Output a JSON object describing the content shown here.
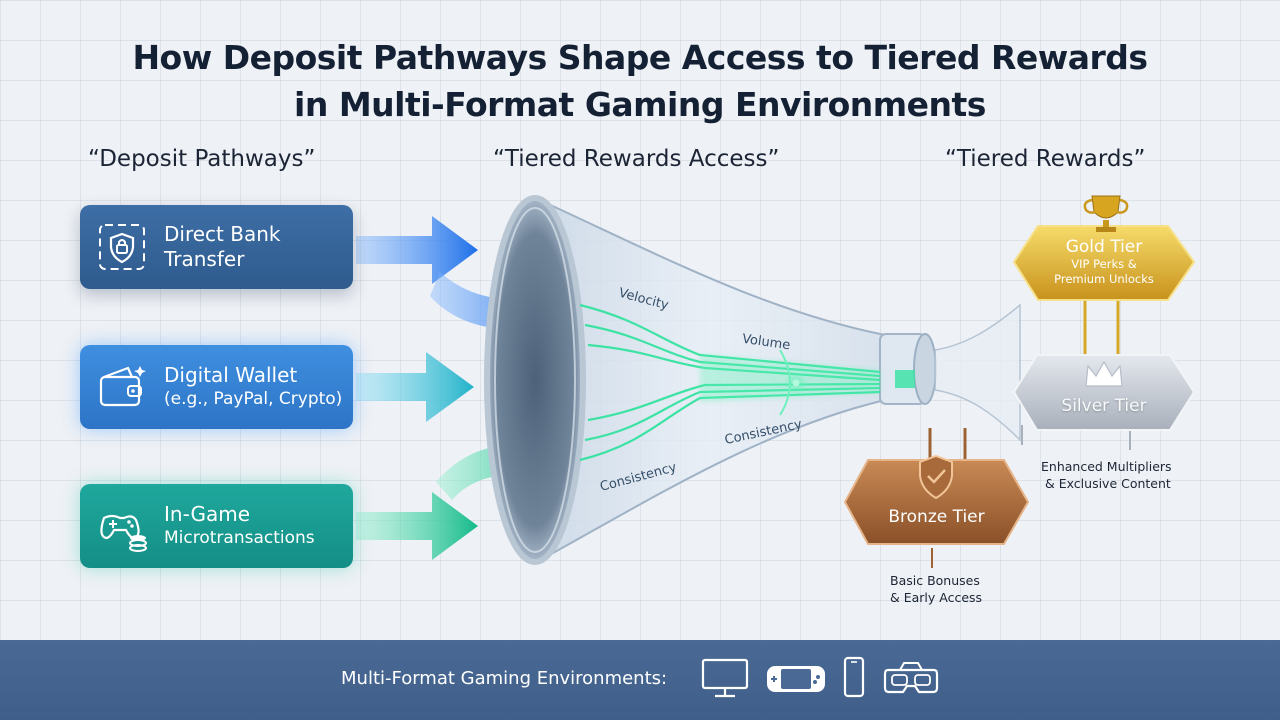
{
  "title": {
    "line1": "How Deposit Pathways Shape Access to Tiered Rewards",
    "line2": "in Multi-Format Gaming Environments"
  },
  "columns": {
    "pathways": "“Deposit Pathways”",
    "access": "“Tiered Rewards Access”",
    "rewards": "“Tiered Rewards”"
  },
  "pathways": [
    {
      "line1": "Direct Bank",
      "line2": "Transfer",
      "icon": "bank-shield-icon",
      "color": "#3d6ea5"
    },
    {
      "line1": "Digital Wallet",
      "line2": "(e.g., PayPal, Crypto)",
      "icon": "wallet-icon",
      "color": "#3f8fe0"
    },
    {
      "line1": "In-Game",
      "line2": "Microtransactions",
      "icon": "gamepad-coins-icon",
      "color": "#1fa89d"
    }
  ],
  "funnel_labels": {
    "velocity": "Velocity",
    "volume": "Volume",
    "consistency_inner": "Consistency",
    "consistency_outer": "Consistency"
  },
  "tiers": {
    "gold": {
      "name": "Gold Tier",
      "sub1": "VIP Perks &",
      "sub2": "Premium Unlocks",
      "icon": "trophy-icon",
      "color": "#e2b631"
    },
    "silver": {
      "name": "Silver Tier",
      "desc1": "Enhanced Multipliers",
      "desc2": "& Exclusive Content",
      "icon": "crown-icon",
      "color": "#b8bec8"
    },
    "bronze": {
      "name": "Bronze Tier",
      "desc1": "Basic Bonuses",
      "desc2": "& Early Access",
      "icon": "shield-check-icon",
      "color": "#a86a3a"
    }
  },
  "footer": {
    "label": "Multi-Format Gaming Environments:",
    "icons": [
      "monitor-icon",
      "handheld-console-icon",
      "smartphone-icon",
      "vr-headset-icon"
    ]
  }
}
